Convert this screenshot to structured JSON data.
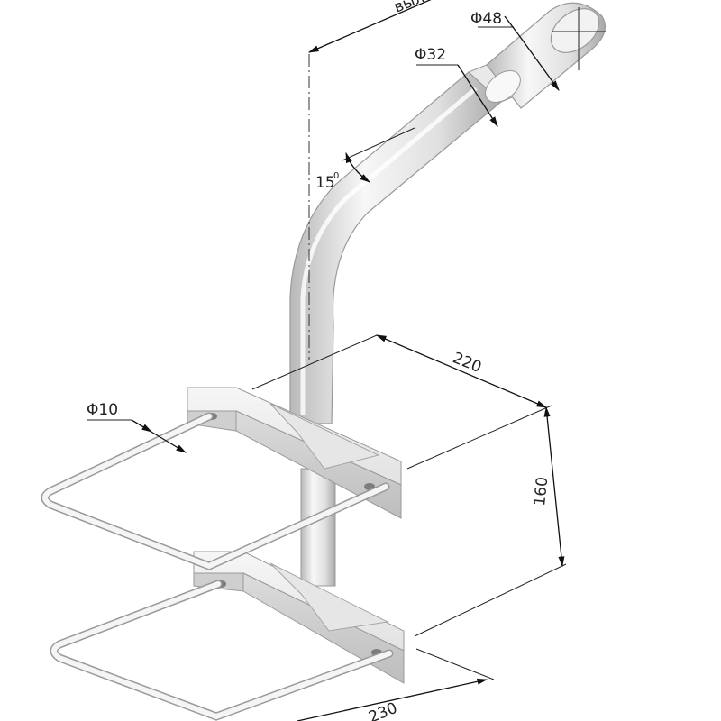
{
  "drawing": {
    "dimensions": {
      "reach_label": "вылет",
      "d48": "Φ48",
      "d32": "Φ32",
      "angle_value": "15",
      "angle_unit": "0",
      "length_220": "220",
      "height_160": "160",
      "d10": "Φ10",
      "width_230": "230"
    },
    "colors": {
      "metal_light": "#f3f3f3",
      "metal_mid": "#d9d9d9",
      "metal_dark": "#a8a8a8",
      "outline": "#8a8a8a",
      "dimension": "#111111"
    }
  }
}
